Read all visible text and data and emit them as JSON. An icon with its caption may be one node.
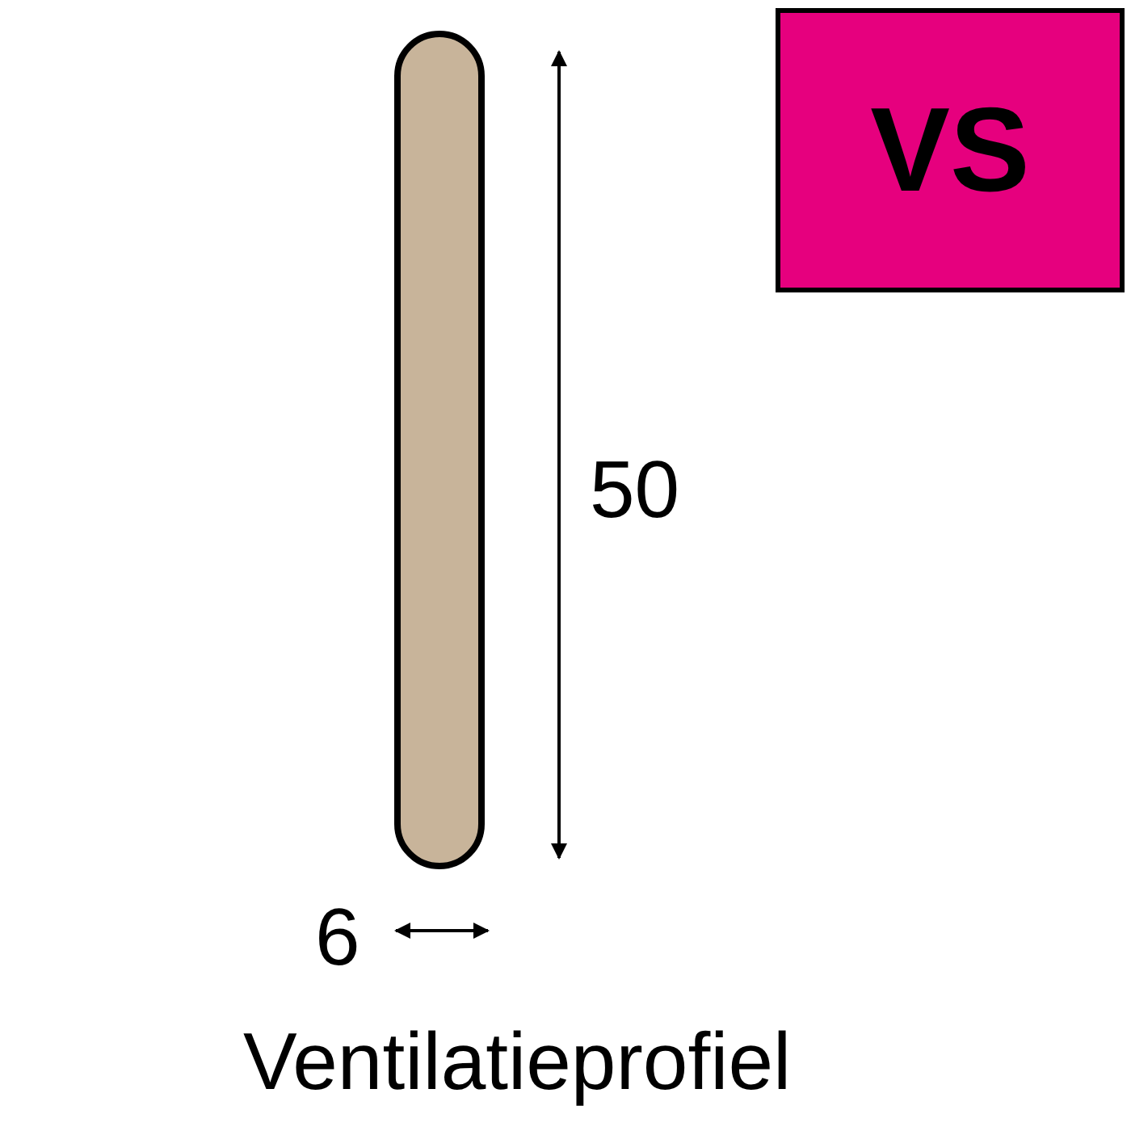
{
  "diagram": {
    "caption": "Ventilatieprofiel",
    "nodes": [
      {
        "text": [
          "VS"
        ]
      }
    ],
    "labels": [
      "50",
      "6"
    ]
  }
}
